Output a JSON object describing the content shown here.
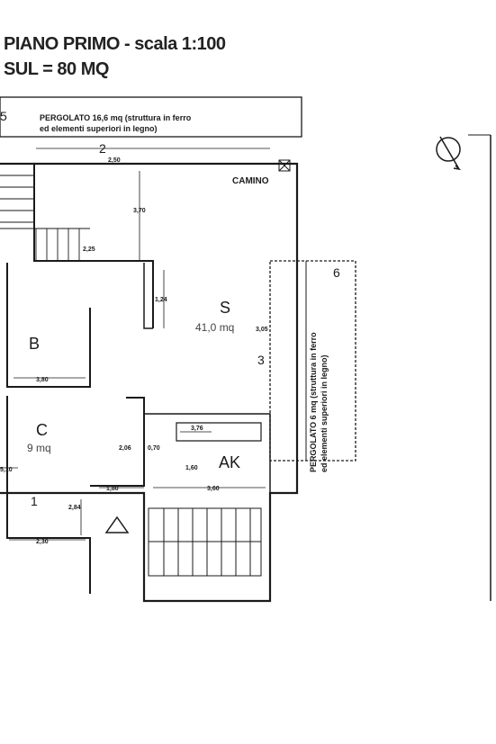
{
  "header": {
    "title": "PIANO PRIMO - scala 1:100",
    "sul": "SUL = 80 MQ"
  },
  "plan": {
    "pergola_top": "PERGOLATO 16,6 mq (struttura in ferro",
    "pergola_top_2": "ed elementi superiori in legno)",
    "pergola_side": "PERGOLATO 6 mq (struttura in ferro",
    "pergola_side_2": "ed elementi superiori in legno)",
    "camino": "CAMINO",
    "rooms": [
      {
        "name": "S",
        "area": "41,0 mq"
      },
      {
        "name": "B",
        "area": ""
      },
      {
        "name": "C",
        "area": "9 mq"
      },
      {
        "name": "AK",
        "area": ""
      }
    ],
    "markers": [
      "5",
      "2",
      "6",
      "3",
      "1"
    ],
    "dims": [
      "3,70",
      "2,25",
      "1,24",
      "3,80",
      "2,30",
      "3,76",
      "2,06",
      "0,70",
      "1,80",
      "1,60",
      "3,60",
      "2,84",
      "2,50",
      "3,05",
      "5,10"
    ],
    "compass_icon": "north-arrow-icon",
    "triangle_icon": "entrance-triangle-icon"
  },
  "colors": {
    "ink": "#1a1a1a",
    "paper": "#ffffff"
  }
}
